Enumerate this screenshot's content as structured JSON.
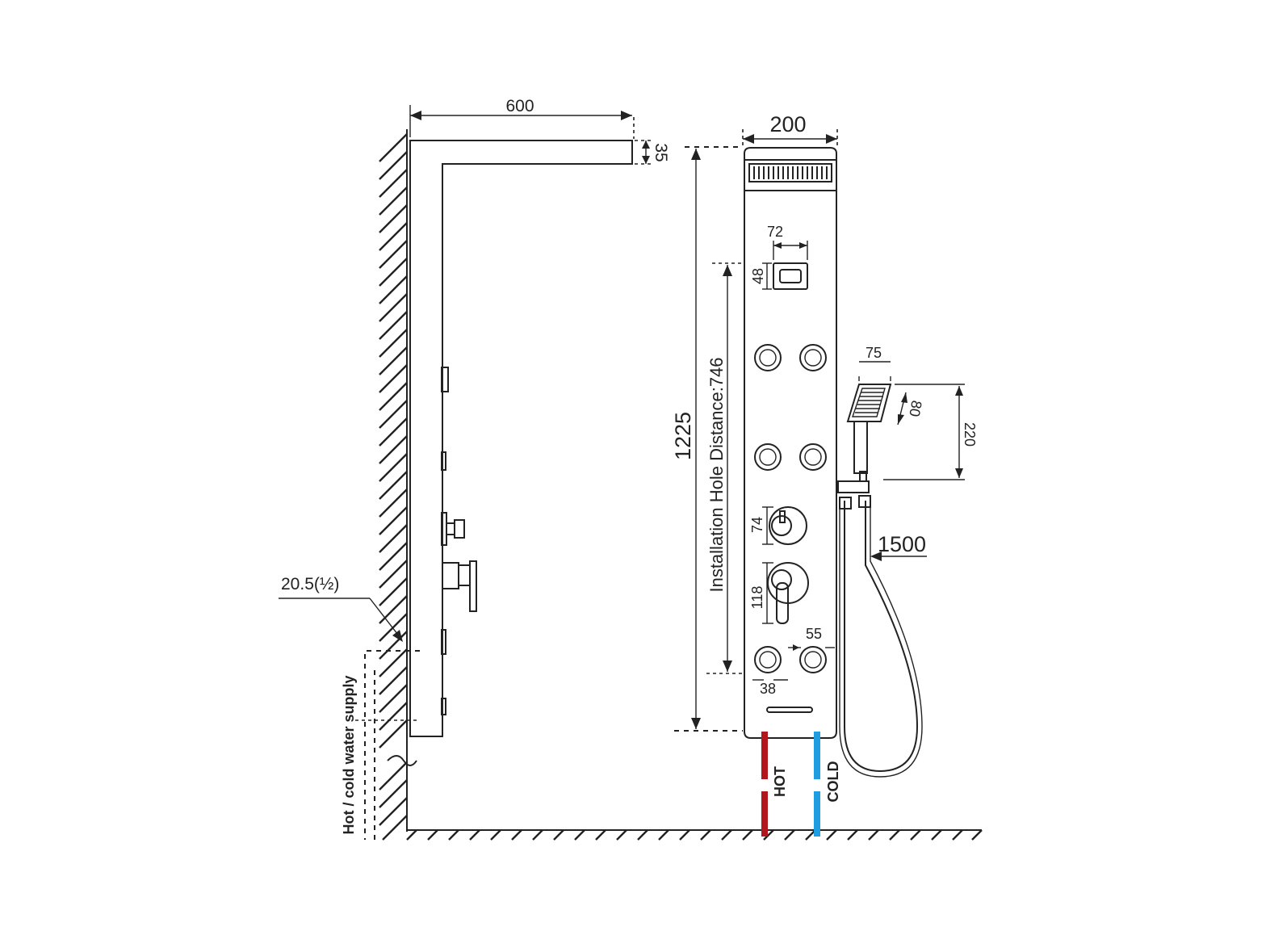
{
  "dimensions": {
    "top_depth": "600",
    "top_thickness": "35",
    "panel_width": "200",
    "total_height": "1225",
    "install_hole_distance": "Installation Hole Distance:746",
    "display_width": "72",
    "display_height": "48",
    "handshower_width": "75",
    "handshower_head": "80",
    "handshower_length": "220",
    "hose_length": "1500",
    "knob_size": "74",
    "lever_size": "118",
    "jet_spacing": "55",
    "jet_diameter": "38",
    "inlet_size": "20.5(½)"
  },
  "labels": {
    "supply": "Hot / cold water supply",
    "hot": "HOT",
    "cold": "COLD"
  },
  "colors": {
    "hot": "#b0161c",
    "cold": "#1e9ee0",
    "line": "#222222"
  }
}
